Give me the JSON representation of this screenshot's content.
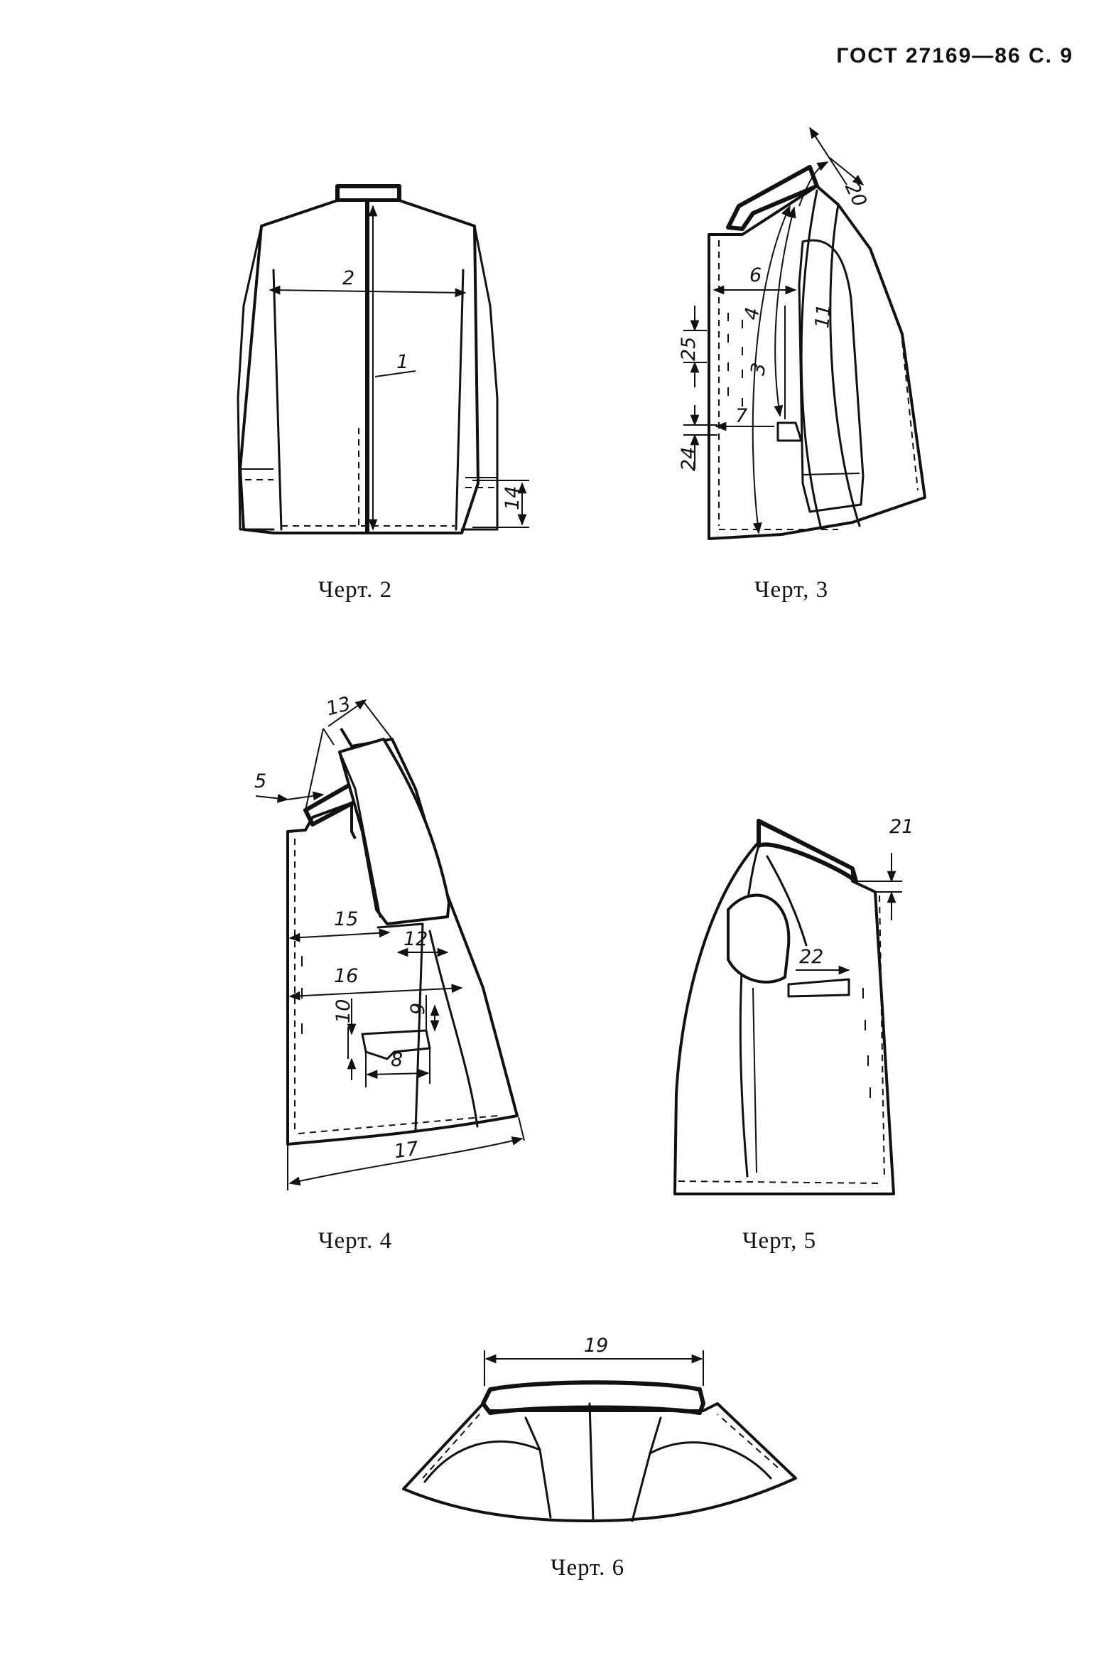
{
  "header": {
    "text": "ГОСТ 27169—86 С. 9"
  },
  "figures": [
    {
      "caption": "Черт. 2",
      "labels": [
        "2",
        "1",
        "14"
      ]
    },
    {
      "caption": "Черт, 3",
      "labels": [
        "20",
        "6",
        "4",
        "3",
        "11",
        "25",
        "7",
        "24"
      ]
    },
    {
      "caption": "Черт. 4",
      "labels": [
        "13",
        "5",
        "15",
        "12",
        "16",
        "10",
        "9",
        "8",
        "17"
      ]
    },
    {
      "caption": "Черт, 5",
      "labels": [
        "21",
        "22"
      ]
    },
    {
      "caption": "Черт. 6",
      "labels": [
        "19"
      ]
    }
  ]
}
